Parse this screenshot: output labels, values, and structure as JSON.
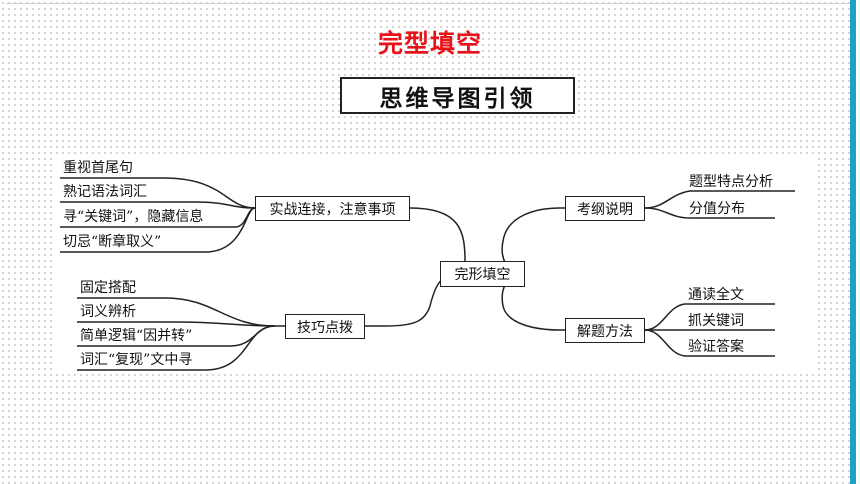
{
  "title": "完型填空",
  "subtitle": "思维导图引领",
  "mindmap": {
    "center": "完形填空",
    "branches": {
      "practice": {
        "label": "实战连接，注意事项",
        "items": [
          "重视首尾句",
          "熟记语法词汇",
          "寻“关键词”，隐藏信息",
          "切忌“断章取义”"
        ]
      },
      "skills": {
        "label": "技巧点拨",
        "items": [
          "固定搭配",
          "词义辨析",
          "简单逻辑“因并转”",
          "词汇“复现”文中寻"
        ]
      },
      "syllabus": {
        "label": "考纲说明",
        "items": [
          "题型特点分析",
          "分值分布"
        ]
      },
      "methods": {
        "label": "解题方法",
        "items": [
          "通读全文",
          "抓关键词",
          "验证答案"
        ]
      }
    }
  },
  "colors": {
    "title": "#e8131a",
    "accent_bar": "#1aa3c6",
    "line": "#222222"
  }
}
